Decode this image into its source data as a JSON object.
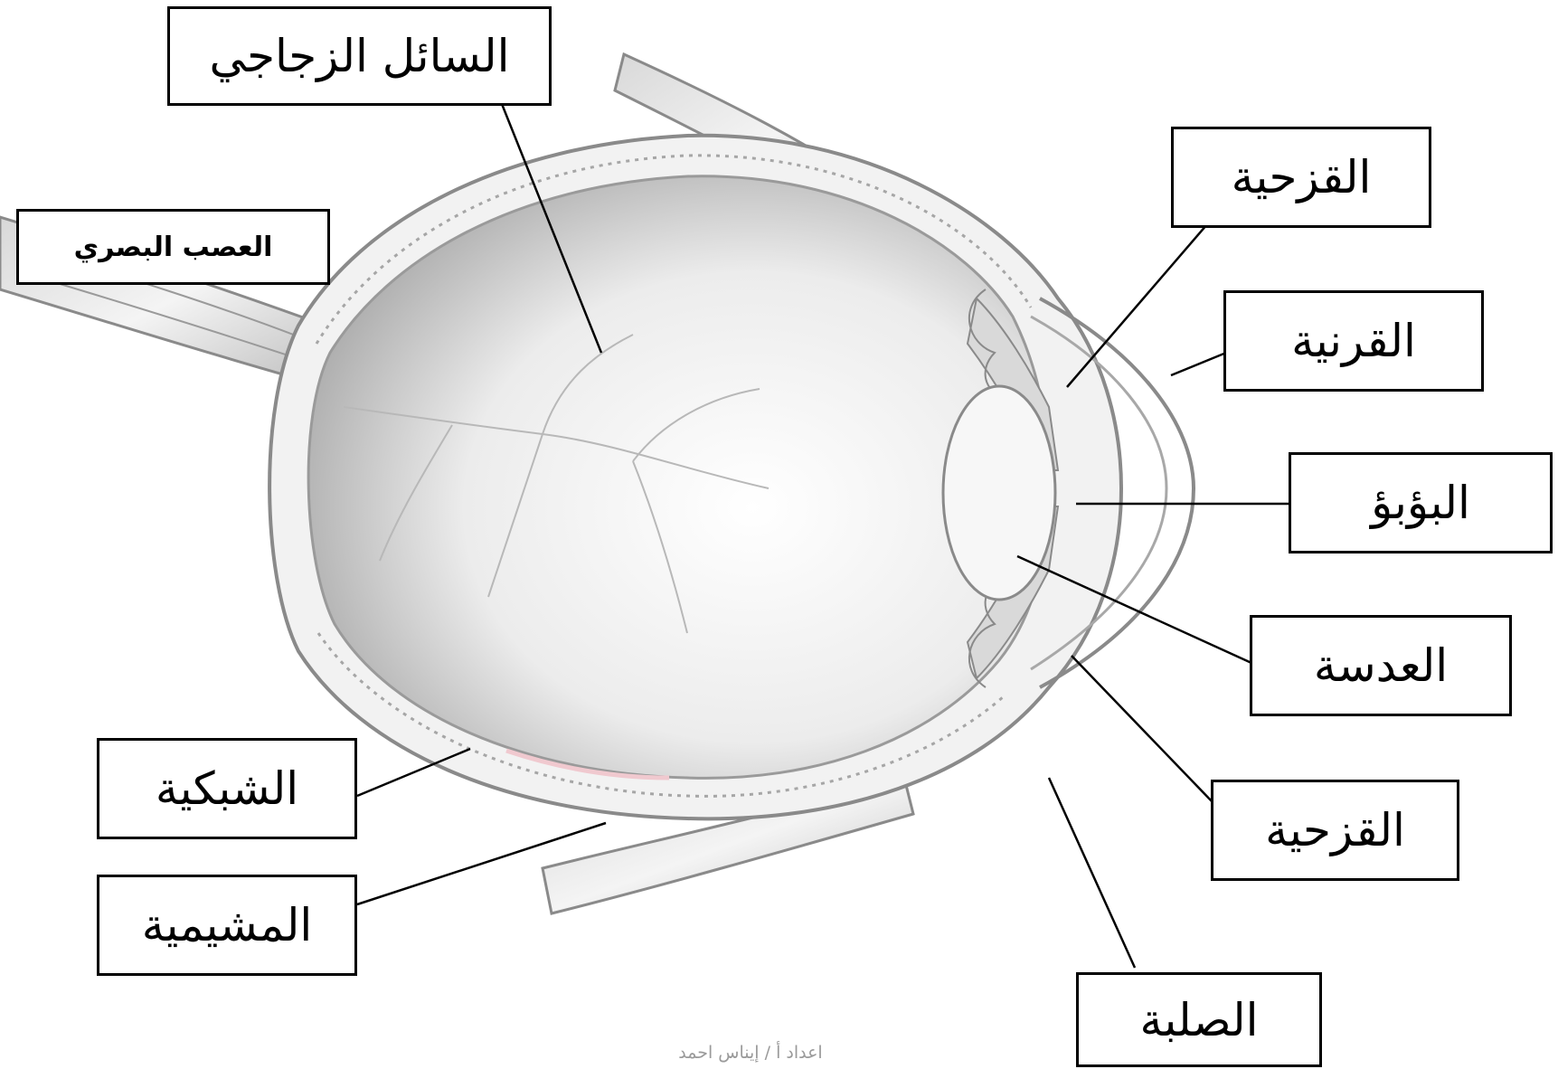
{
  "labels": {
    "vitreous": "السائل الزجاجي",
    "optic_nerve": "العصب البصري",
    "iris_top": "القزحية",
    "cornea": "القرنية",
    "pupil": "البؤبؤ",
    "lens": "العدسة",
    "iris_bottom": "القزحية",
    "retina": "الشبكية",
    "choroid": "المشيمية",
    "sclera": "الصلبة"
  },
  "credit": "اعداد أ / إيناس احمد",
  "colors": {
    "outline": "#000000",
    "eye_stroke": "#8a8a8a",
    "watermark": "#e8c9c9"
  }
}
